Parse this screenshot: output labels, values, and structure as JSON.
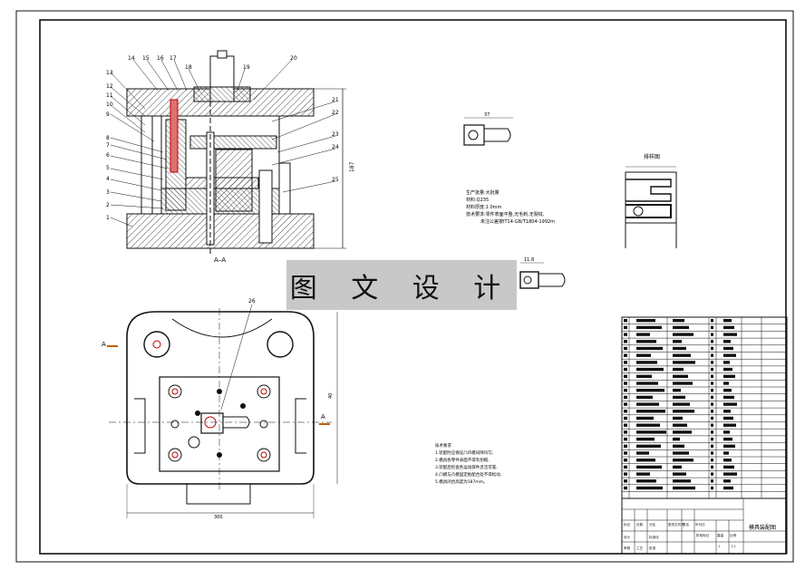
{
  "drawing": {
    "section_label": "A–A",
    "section_marker": "A",
    "part_numbers": [
      "1",
      "2",
      "3",
      "4",
      "5",
      "6",
      "7",
      "8",
      "9",
      "10",
      "11",
      "12",
      "13",
      "14",
      "15",
      "16",
      "17",
      "18",
      "19",
      "20",
      "21",
      "22",
      "23",
      "24",
      "25",
      "26"
    ],
    "dims": {
      "part_width": "37",
      "height": "187",
      "plan_width": "300",
      "plan_height": "40",
      "part_small": "11.8"
    },
    "strip_title": "排样图",
    "tech_notes_top": [
      "生产批量:大批量",
      "材料:Q235",
      "材料厚度:1.0mm",
      "技术要求:零件表面平整,无毛刺,无裂纹,",
      "未注公差按IT14-GB/T1804-1992m"
    ],
    "tech_notes_bottom_title": "技术要求",
    "tech_notes_bottom": [
      "1.装配时应保证凸凹模间隙均匀,",
      "2.模具各零件表面不得有划痕,",
      "3.装配后检查各运动部件灵活可靠,",
      "4.凸模与凸模固定板配合处不得松动,",
      "5.模具闭合高度为187mm。"
    ],
    "title_block": {
      "drawing_name": "模具装配图",
      "ratio": "1:1",
      "sheets": "1",
      "labels": [
        "标记",
        "处数",
        "分区",
        "更改文件号",
        "签名",
        "年月日",
        "设计",
        "标准化",
        "审核",
        "工艺",
        "批准",
        "阶段标记",
        "重量",
        "比例"
      ]
    }
  },
  "watermark": {
    "text": "图 文 设 计"
  }
}
